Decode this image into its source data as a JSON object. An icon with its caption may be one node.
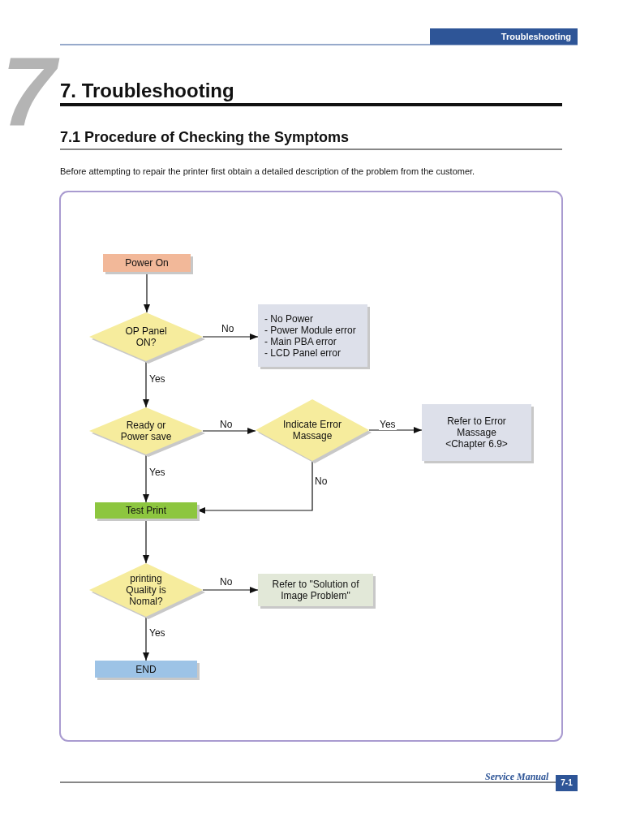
{
  "diagram": {
    "title": "7. Troubleshooting",
    "nodes": [
      {
        "text": [
          "Power On"
        ]
      },
      {
        "text": [
          "OP Panel ON?"
        ]
      },
      {
        "text": [
          "- No Power",
          "- Power Module error",
          "- Main PBA error",
          "- LCD Panel error"
        ]
      },
      {
        "text": [
          "Ready or Power save"
        ]
      },
      {
        "text": [
          "Indicate Error Massage"
        ]
      },
      {
        "text": [
          "Refer to Error Massage <Chapter 6.9>"
        ]
      },
      {
        "text": [
          "Test Print"
        ]
      },
      {
        "text": [
          "printing Quality is Nomal?"
        ]
      },
      {
        "text": [
          "Refer to \"Solution of Image Problem\""
        ]
      },
      {
        "text": [
          "END"
        ]
      }
    ],
    "edges": [
      {
        "from": 0,
        "to": 1,
        "arrow": "to"
      },
      {
        "from": 1,
        "to": 2,
        "arrow": "to",
        "label": "No"
      },
      {
        "from": 1,
        "to": 3,
        "arrow": "to",
        "label": "Yes"
      },
      {
        "from": 3,
        "to": 4,
        "arrow": "to",
        "label": "No"
      },
      {
        "from": 4,
        "to": 5,
        "arrow": "to",
        "label": "Yes"
      },
      {
        "from": 3,
        "to": 6,
        "arrow": "to",
        "label": "Yes"
      },
      {
        "from": 4,
        "to": 6,
        "arrow": "to",
        "label": "No"
      },
      {
        "from": 6,
        "to": 7,
        "arrow": "to"
      },
      {
        "from": 7,
        "to": 8,
        "arrow": "to",
        "label": "No"
      },
      {
        "from": 7,
        "to": 9,
        "arrow": "to",
        "label": "Yes"
      }
    ],
    "labels": [
      "Troubleshooting",
      "7",
      "7.1 Procedure of Checking the Symptoms",
      "Before attempting to repair the printer first obtain a detailed description of the problem from the customer.",
      "Service Manual",
      "7-1"
    ]
  }
}
